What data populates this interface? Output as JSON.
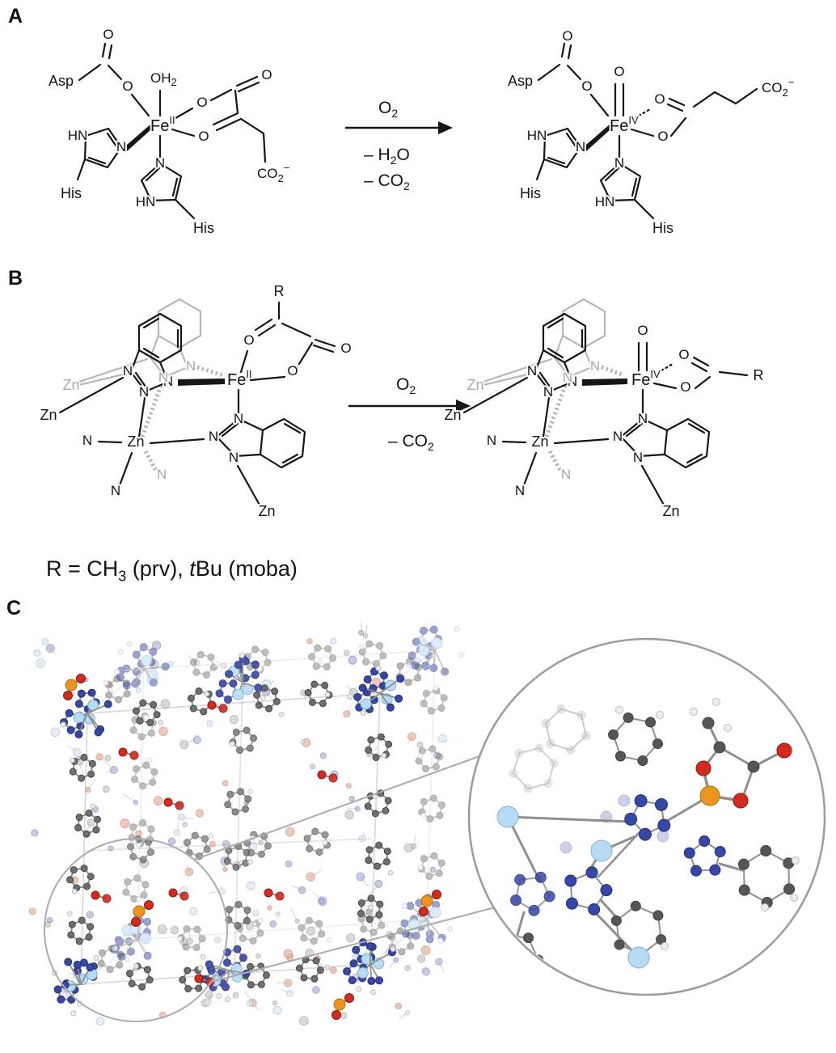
{
  "panel_labels": {
    "a": "A",
    "b": "B",
    "c": "C"
  },
  "sym": {
    "O": "O",
    "N": "N",
    "HN": "HN",
    "Zn": "Zn",
    "Fe": "Fe",
    "His": "His",
    "Asp": "Asp",
    "R": "R"
  },
  "oxidation": {
    "ferrous": "II",
    "ferryl": "IV"
  },
  "formulas": {
    "oh2": [
      "OH",
      "2"
    ],
    "co2_minus": [
      "CO",
      "2",
      "−"
    ],
    "o2": [
      "O",
      "2"
    ],
    "minus_h2o": [
      "– H",
      "2",
      "O"
    ],
    "minus_co2": [
      "– CO",
      "2"
    ]
  },
  "r_definition": {
    "parts": [
      "R = CH",
      "3",
      " (prv), ",
      "t",
      "Bu (moba)"
    ]
  },
  "colors": {
    "bond": "#8f8f8f",
    "carbon": "#6f6f6f",
    "carbon_dark": "#565656",
    "carbon_stroke": "#454545",
    "hydrogen": "#eeeeee",
    "hydrogen_stroke": "#bdbdbd",
    "nitrogen": "#3647a5",
    "nitrogen_stroke": "#232f7c",
    "zinc": "#b7dbf2",
    "zinc_stroke": "#84aed0",
    "oxygen": "#d32b1e",
    "oxygen_stroke": "#8f150e",
    "iron": "#ec9420",
    "iron_stroke": "#b06f10",
    "faded_oxygen": "#ecab97",
    "faded_nitrogen": "#abb0d8",
    "ghost": "#c7c7c7",
    "callout": "#a6a6a6"
  }
}
